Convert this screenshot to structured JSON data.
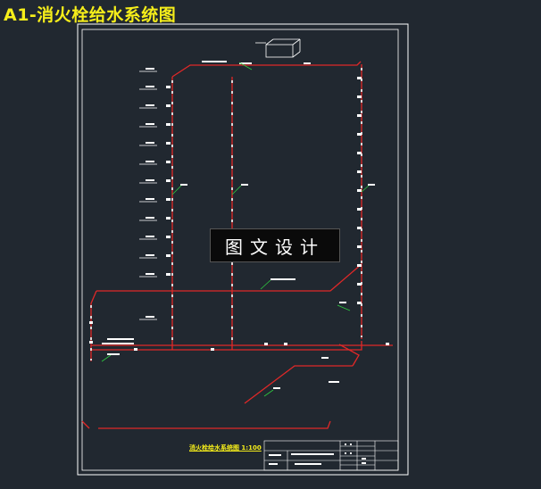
{
  "app": {
    "heading": "A1-消火栓给水系统图"
  },
  "watermark": {
    "text": "图文设计"
  },
  "drawing": {
    "title": "消火栓给水系统图 1:100"
  },
  "colors": {
    "background": "#212830",
    "frame": "#ffffff",
    "pipe": "#e02828",
    "leader": "#2ecc40",
    "heading": "#f6ee1a"
  }
}
